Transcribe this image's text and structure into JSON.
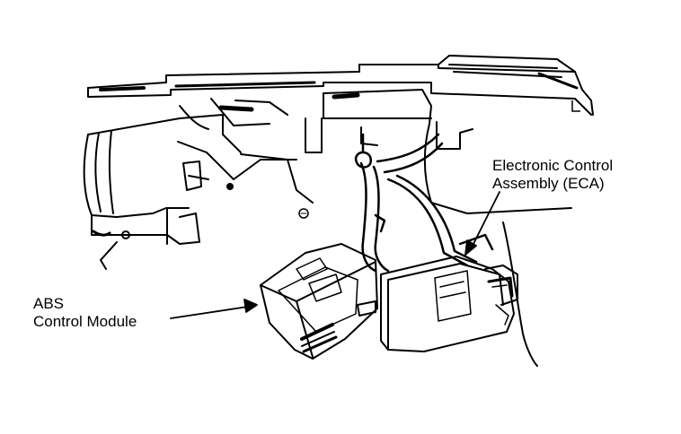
{
  "labels": {
    "eca": {
      "line1": "Electronic Control",
      "line2": "Assembly (ECA)"
    },
    "abs": {
      "line1": "ABS",
      "line2": "Control Module"
    }
  },
  "colors": {
    "ink": "#000000",
    "paper": "#ffffff"
  }
}
